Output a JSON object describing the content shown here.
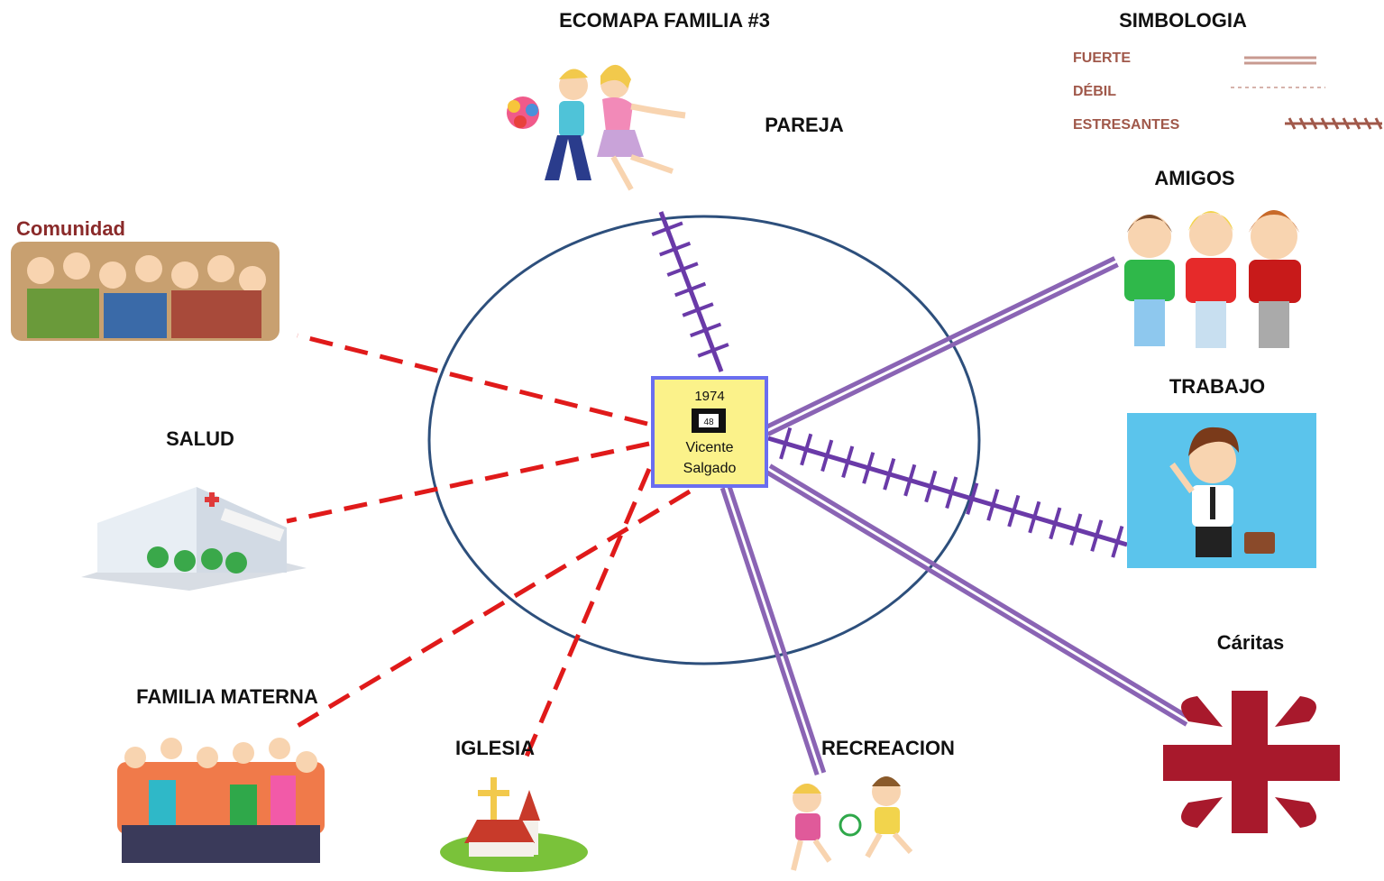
{
  "title": "ECOMAPA FAMILIA #3",
  "legend": {
    "title": "SIMBOLOGIA",
    "items": [
      {
        "label": "FUERTE",
        "style": "strong"
      },
      {
        "label": "DÉBIL",
        "style": "weak"
      },
      {
        "label": "ESTRESANTES",
        "style": "stressful"
      }
    ]
  },
  "center": {
    "year": "1974",
    "age": "48",
    "name_line1": "Vicente",
    "name_line2": "Salgado"
  },
  "nodes": [
    {
      "id": "pareja",
      "label": "PAREJA",
      "relation": "stressful",
      "icon": "couple-kissing-icon"
    },
    {
      "id": "amigos",
      "label": "AMIGOS",
      "relation": "strong",
      "icon": "three-friends-icon"
    },
    {
      "id": "trabajo",
      "label": "TRABAJO",
      "relation": "stressful",
      "icon": "businessman-icon"
    },
    {
      "id": "caritas",
      "label": "Cáritas",
      "relation": "strong",
      "icon": "caritas-cross-icon"
    },
    {
      "id": "recreacion",
      "label": "RECREACION",
      "relation": "strong",
      "icon": "kids-playing-football-icon"
    },
    {
      "id": "iglesia",
      "label": "IGLESIA",
      "relation": "weak",
      "icon": "church-icon"
    },
    {
      "id": "familia_materna",
      "label": "FAMILIA MATERNA",
      "relation": "weak",
      "icon": "family-group-icon"
    },
    {
      "id": "salud",
      "label": "SALUD",
      "relation": "weak",
      "icon": "hospital-icon"
    },
    {
      "id": "comunidad",
      "label": "Comunidad",
      "relation": "weak",
      "icon": "community-crowd-icon"
    }
  ],
  "colors": {
    "strong": "#8a64b4",
    "stressful": "#6a3aa8",
    "weak": "#e01a1a",
    "circle": "#2d4f7c",
    "center_fill": "#fbf28a",
    "center_border": "#6a6ef0",
    "legend_line": "#c89a90"
  }
}
